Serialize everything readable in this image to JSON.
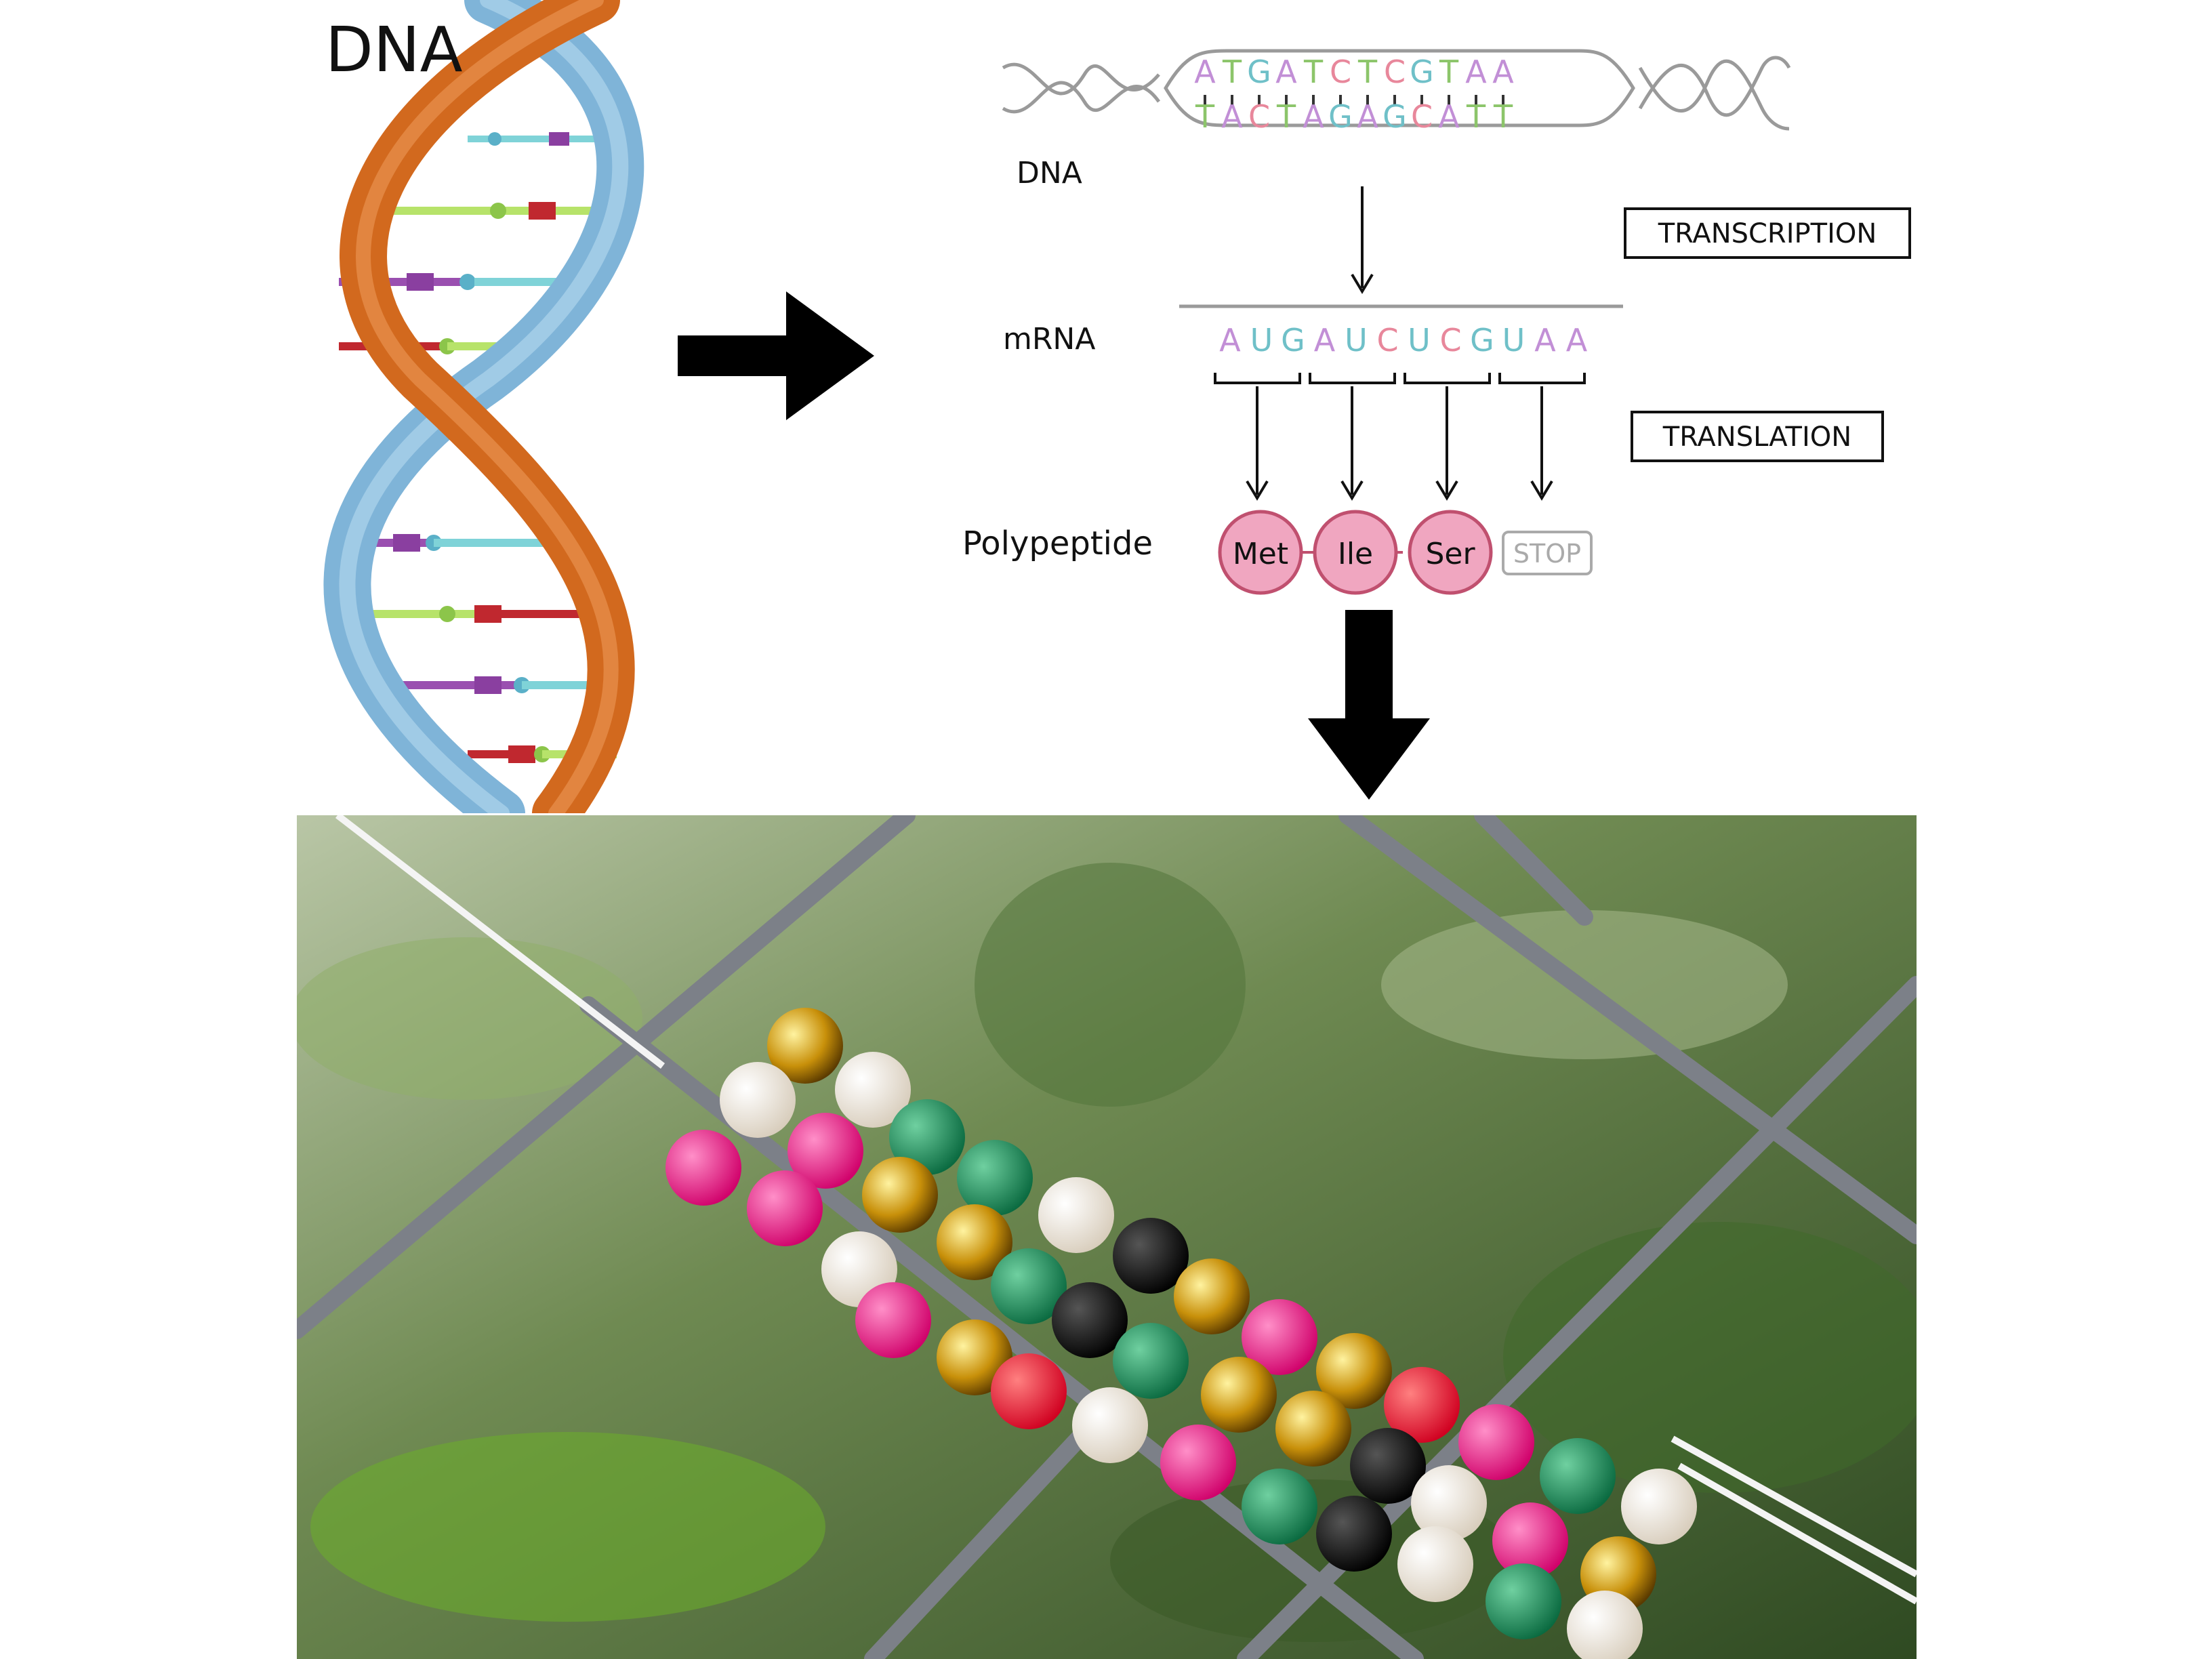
{
  "helix": {
    "label": "DNA"
  },
  "diagram": {
    "dna_label": "DNA",
    "dna_top_strand": [
      "A",
      "T",
      "G",
      "A",
      "T",
      "C",
      "T",
      "C",
      "G",
      "T",
      "A",
      "A"
    ],
    "dna_bottom_strand": [
      "T",
      "A",
      "C",
      "T",
      "A",
      "G",
      "A",
      "G",
      "C",
      "A",
      "T",
      "T"
    ],
    "transcription_label": "TRANSCRIPTION",
    "mrna_label": "mRNA",
    "mrna_sequence": [
      "A",
      "U",
      "G",
      "A",
      "U",
      "C",
      "U",
      "C",
      "G",
      "U",
      "A",
      "A"
    ],
    "translation_label": "TRANSLATION",
    "polypeptide_label": "Polypeptide",
    "amino_acids": [
      "Met",
      "Ile",
      "Ser"
    ],
    "stop_label": "STOP"
  },
  "colors": {
    "A": "#c28fd6",
    "T": "#8cc56a",
    "G": "#6fc0c8",
    "C": "#e8879b",
    "U": "#6fc0c8",
    "amino_fill": "#f0a6c0",
    "amino_stroke": "#c0506f",
    "helix_orange": "#d2691e",
    "helix_blue": "#7fb4d8"
  },
  "photo": {
    "subject": "beaded DNA model on chain-link fence"
  }
}
